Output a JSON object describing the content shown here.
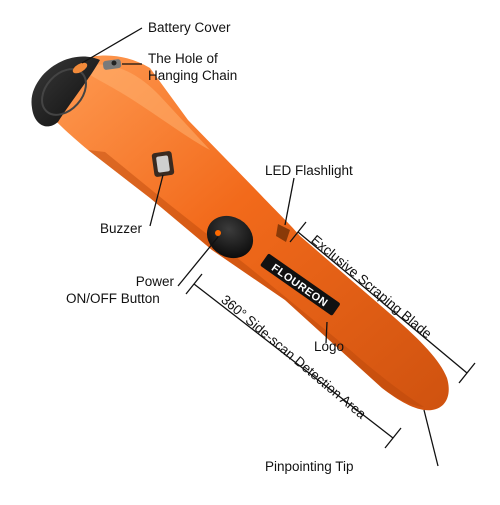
{
  "labels": {
    "battery_cover": "Battery Cover",
    "hanging_chain_line1": "The Hole of",
    "hanging_chain_line2": "Hanging Chain",
    "led_flashlight": "LED Flashlight",
    "buzzer": "Buzzer",
    "power_line1": "Power",
    "power_line2": "ON/OFF Button",
    "scraping_blade": "Exclusive Scraping Blade",
    "side_scan": "360° Side-scan Detection Area",
    "logo": "Logo",
    "pinpointing_tip": "Pinpointing Tip"
  },
  "brand_text": "FLOUREON",
  "colors": {
    "body_orange": "#f26a1b",
    "body_highlight": "#ff9a4a",
    "body_shadow": "#c44d0c",
    "cap_black": "#1a1a1a",
    "button_black": "#141414",
    "led_dot": "#ff6a00",
    "line": "#111111"
  }
}
